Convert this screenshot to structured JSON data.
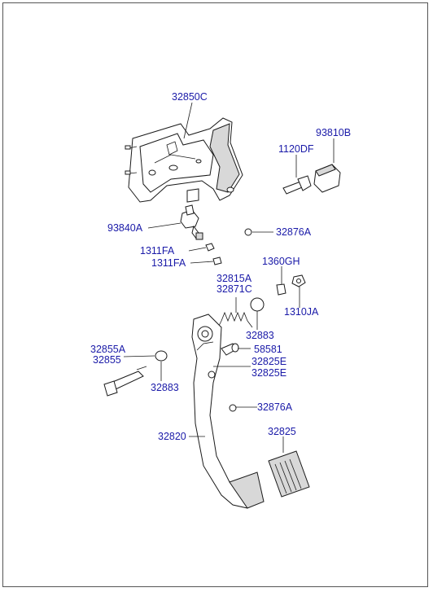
{
  "colors": {
    "label": "#1a1aa8",
    "line": "#1a1a1a",
    "background": "#ffffff"
  },
  "labels": {
    "p32850C": "32850C",
    "p93810B": "93810B",
    "p1120DF": "1120DF",
    "p93840A": "93840A",
    "p32876A_top": "32876A",
    "p1311FA_1": "1311FA",
    "p1311FA_2": "1311FA",
    "p1360GH": "1360GH",
    "p32815A": "32815A",
    "p32871C": "32871C",
    "p1310JA": "1310JA",
    "p32883_top": "32883",
    "p32855A": "32855A",
    "p32855": "32855",
    "p58581": "58581",
    "p32825E_1": "32825E",
    "p32825E_2": "32825E",
    "p32883_bottom": "32883",
    "p32876A_bottom": "32876A",
    "p32825": "32825",
    "p32820": "32820"
  }
}
